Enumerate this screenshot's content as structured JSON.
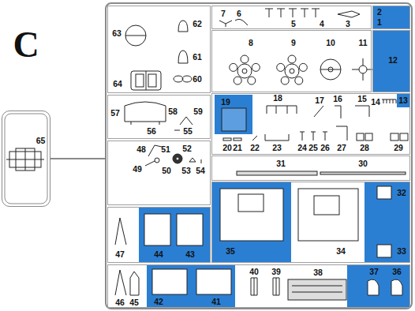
{
  "diagram": {
    "nodes": [
      {
        "text": [
          "65"
        ]
      },
      {
        "text": []
      },
      {
        "text": [
          "63",
          "62",
          "61",
          "60",
          "64"
        ],
        "in": 1
      },
      {
        "text": [
          "7",
          "6",
          "5",
          "4",
          "3"
        ],
        "in": 1
      },
      {
        "text": [
          "2",
          "1"
        ],
        "in": 1
      },
      {
        "text": [
          "8",
          "9",
          "10",
          "11"
        ],
        "in": 1
      },
      {
        "text": [
          "12"
        ],
        "in": 1
      },
      {
        "text": [
          "57",
          "58",
          "59",
          "56",
          "55"
        ],
        "in": 1
      },
      {
        "text": [
          "19",
          "18",
          "17",
          "16",
          "15",
          "14",
          "13",
          "20",
          "21",
          "22",
          "23",
          "24",
          "25",
          "26",
          "27",
          "28",
          "29"
        ],
        "in": 1
      },
      {
        "text": [
          "48",
          "51",
          "52",
          "49",
          "50",
          "53",
          "54"
        ],
        "in": 1
      },
      {
        "text": [
          "31",
          "30"
        ],
        "in": 1
      },
      {
        "text": [
          "35",
          "34",
          "32",
          "33"
        ],
        "in": 1
      },
      {
        "text": [
          "47",
          "44",
          "43"
        ],
        "in": 1
      },
      {
        "text": [
          "46",
          "45",
          "42",
          "41",
          "40",
          "39",
          "38",
          "37",
          "36"
        ],
        "in": 1
      }
    ],
    "edges": [
      {
        "from": 0,
        "to": 1,
        "arrow": "none"
      }
    ],
    "labels": [
      "C"
    ]
  }
}
